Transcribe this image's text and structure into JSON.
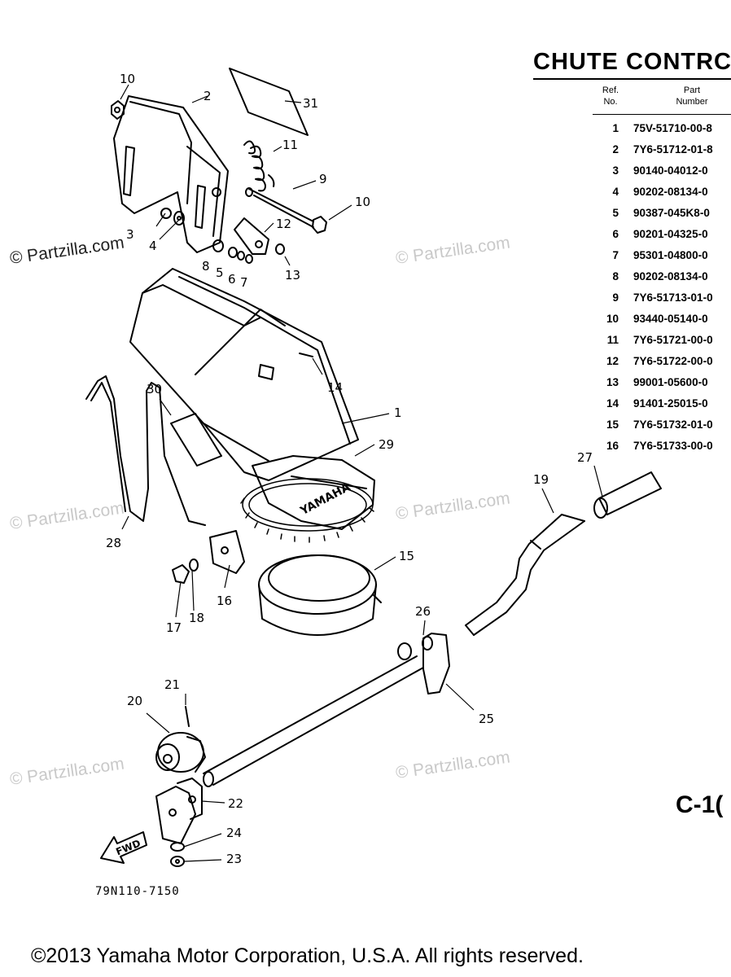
{
  "title": "CHUTE CONTRC",
  "table_headers": {
    "ref_line1": "Ref.",
    "ref_line2": "No.",
    "part_line1": "Part",
    "part_line2": "Number"
  },
  "parts": [
    {
      "ref": "1",
      "part_number": "75V-51710-00-8"
    },
    {
      "ref": "2",
      "part_number": "7Y6-51712-01-8"
    },
    {
      "ref": "3",
      "part_number": "90140-04012-0"
    },
    {
      "ref": "4",
      "part_number": "90202-08134-0"
    },
    {
      "ref": "5",
      "part_number": "90387-045K8-0"
    },
    {
      "ref": "6",
      "part_number": "90201-04325-0"
    },
    {
      "ref": "7",
      "part_number": "95301-04800-0"
    },
    {
      "ref": "8",
      "part_number": "90202-08134-0"
    },
    {
      "ref": "9",
      "part_number": "7Y6-51713-01-0"
    },
    {
      "ref": "10",
      "part_number": "93440-05140-0"
    },
    {
      "ref": "11",
      "part_number": "7Y6-51721-00-0"
    },
    {
      "ref": "12",
      "part_number": "7Y6-51722-00-0"
    },
    {
      "ref": "13",
      "part_number": "99001-05600-0"
    },
    {
      "ref": "14",
      "part_number": "91401-25015-0"
    },
    {
      "ref": "15",
      "part_number": "7Y6-51732-01-0"
    },
    {
      "ref": "16",
      "part_number": "7Y6-51733-00-0"
    }
  ],
  "callouts": {
    "c1": "1",
    "c2": "2",
    "c3": "3",
    "c4": "4",
    "c5": "5",
    "c6": "6",
    "c7": "7",
    "c8": "8",
    "c9": "9",
    "c10a": "10",
    "c10b": "10",
    "c11": "11",
    "c12": "12",
    "c13": "13",
    "c14": "14",
    "c15": "15",
    "c16": "16",
    "c17": "17",
    "c18": "18",
    "c19": "19",
    "c20": "20",
    "c21": "21",
    "c22": "22",
    "c23": "23",
    "c24": "24",
    "c25": "25",
    "c26": "26",
    "c27": "27",
    "c28": "28",
    "c29": "29",
    "c30": "30",
    "c31": "31"
  },
  "chute_brand": "YAMAHA",
  "fwd_label": "FWD",
  "section_code": "C-1(",
  "drawing_number": "79N110-7150",
  "copyright": "©2013 Yamaha Motor Corporation, U.S.A. All rights reserved.",
  "watermark": "© Partzilla.com",
  "colors": {
    "ink": "#000000",
    "watermark": "#c9c9c9",
    "background": "#ffffff"
  }
}
